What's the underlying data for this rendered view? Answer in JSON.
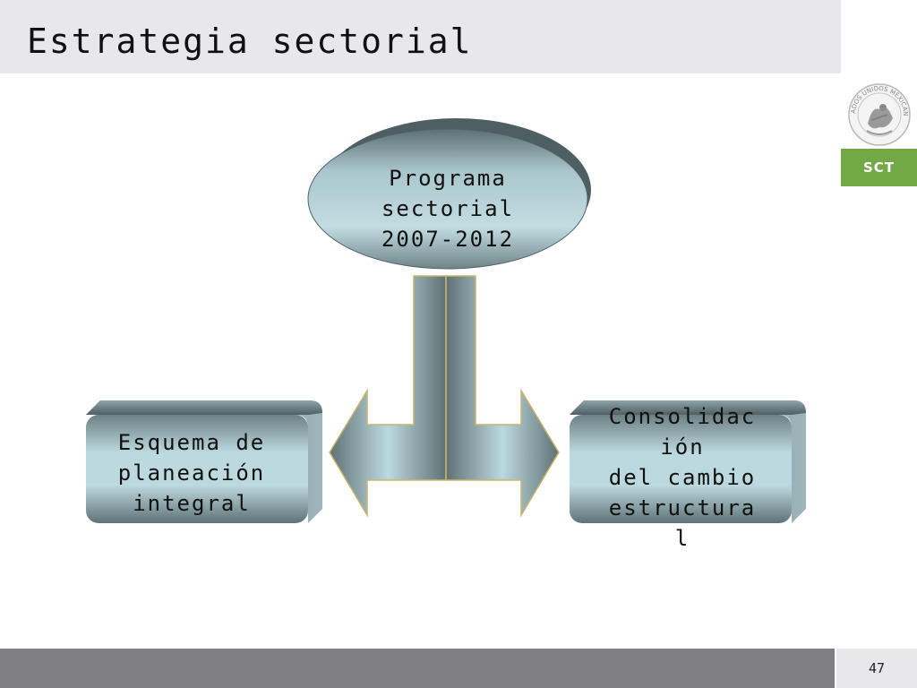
{
  "header": {
    "title": "Estrategia sectorial"
  },
  "branding": {
    "badge": "SCT",
    "badge_color": "#72a946",
    "seal_icon": "mexican-coat-of-arms-seal"
  },
  "diagram": {
    "nodes": [
      {
        "id": "center",
        "lines": [
          "Programa",
          "sectorial",
          "2007-2012"
        ]
      },
      {
        "id": "left",
        "lines": [
          "Esquema de",
          "planeación",
          "integral"
        ]
      },
      {
        "id": "right",
        "lines": [
          "Consolidac",
          "ión",
          "del cambio",
          "estructura",
          "l"
        ]
      }
    ],
    "edges": [
      {
        "from": "center",
        "to": "left"
      },
      {
        "from": "center",
        "to": "right"
      }
    ],
    "colors": {
      "shape_light": "#bcd9df",
      "shape_dark": "#5f7276",
      "outline": "#c8b46a"
    }
  },
  "footer": {
    "page_number": "47"
  }
}
